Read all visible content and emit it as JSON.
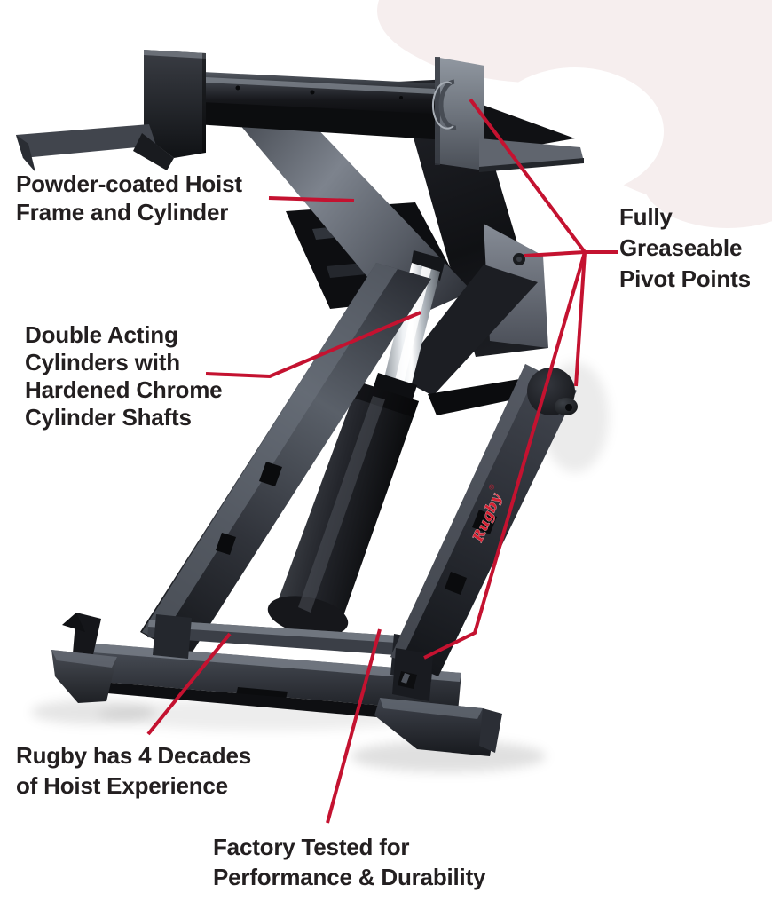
{
  "figure": {
    "brand_logo": "Rugby",
    "brand_mark": "®",
    "callouts": [
      {
        "id": "powder-coated",
        "lines": [
          "Powder-coated Hoist",
          "Frame and Cylinder"
        ]
      },
      {
        "id": "greaseable",
        "lines": [
          "Fully",
          "Greaseable",
          "Pivot Points"
        ]
      },
      {
        "id": "double-acting",
        "lines": [
          "Double Acting",
          "Cylinders with",
          "Hardened Chrome",
          "Cylinder Shafts"
        ]
      },
      {
        "id": "experience",
        "lines": [
          "Rugby has 4 Decades",
          "of Hoist Experience"
        ]
      },
      {
        "id": "factory-tested",
        "lines": [
          "Factory Tested for",
          "Performance & Durability"
        ]
      }
    ],
    "colors": {
      "callout_line": "#c41230",
      "text": "#231f20",
      "logo_red": "#d42032",
      "background": "#ffffff",
      "backdrop_blob": "#f6eeee"
    }
  }
}
